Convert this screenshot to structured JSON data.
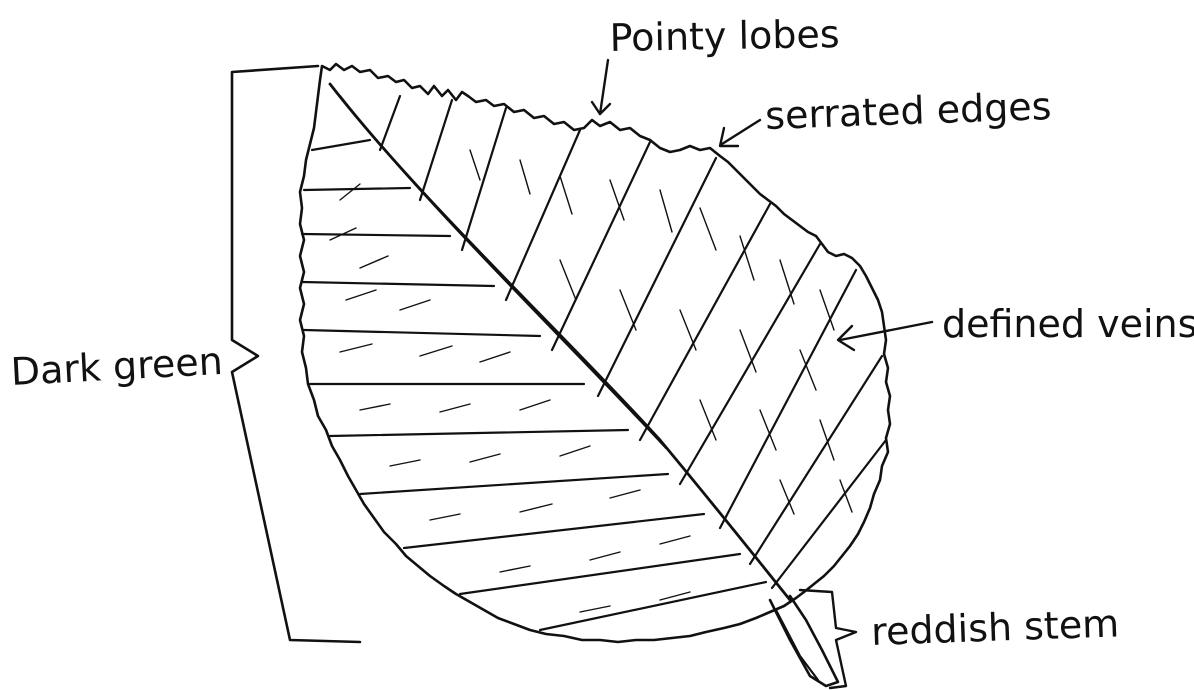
{
  "labels": {
    "pointy_lobes": "Pointy lobes",
    "serrated_edges": "serrated edges",
    "defined_veins": "defined veins",
    "dark_green": "Dark green",
    "reddish_stem": "reddish stem"
  },
  "colors": {
    "ink": "#111111",
    "paper": "#ffffff"
  }
}
